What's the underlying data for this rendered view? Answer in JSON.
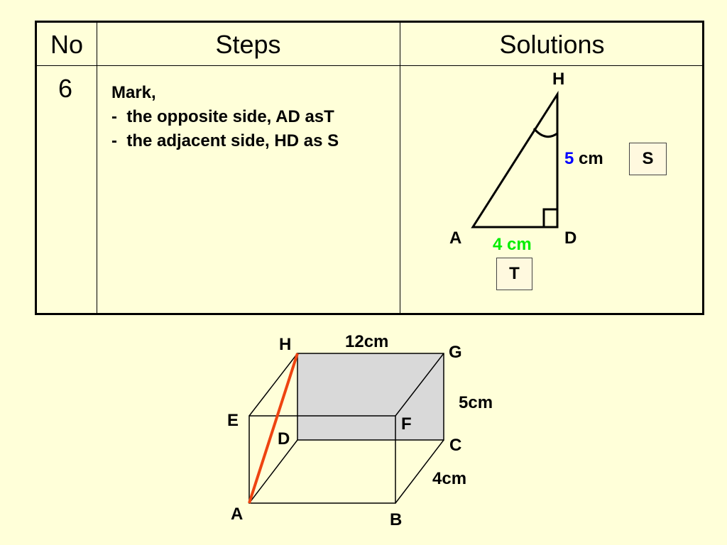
{
  "table": {
    "header_no": "No",
    "header_steps": "Steps",
    "header_solutions": "Solutions",
    "row_number": "6",
    "steps_lines": [
      "Mark,",
      "-  the opposite side, AD asT",
      "-  the adjacent side, HD as S"
    ]
  },
  "triangle": {
    "vertex_h": "H",
    "vertex_a": "A",
    "vertex_d": "D",
    "side_hd_value": "5",
    "side_hd_unit": "cm",
    "side_ad_label": "4 cm",
    "box_s": "S",
    "box_t": "T",
    "colors": {
      "hd_value": "#0000ff",
      "ad_label": "#00ee00"
    }
  },
  "cuboid": {
    "label_h": "H",
    "label_g": "G",
    "label_e": "E",
    "label_f": "F",
    "label_d": "D",
    "label_c": "C",
    "label_a": "A",
    "label_b": "B",
    "length": "12cm",
    "height": "5cm",
    "width": "4cm",
    "colors": {
      "diagonal": "#ee4411",
      "shaded_face": "#d9d9d9"
    }
  }
}
